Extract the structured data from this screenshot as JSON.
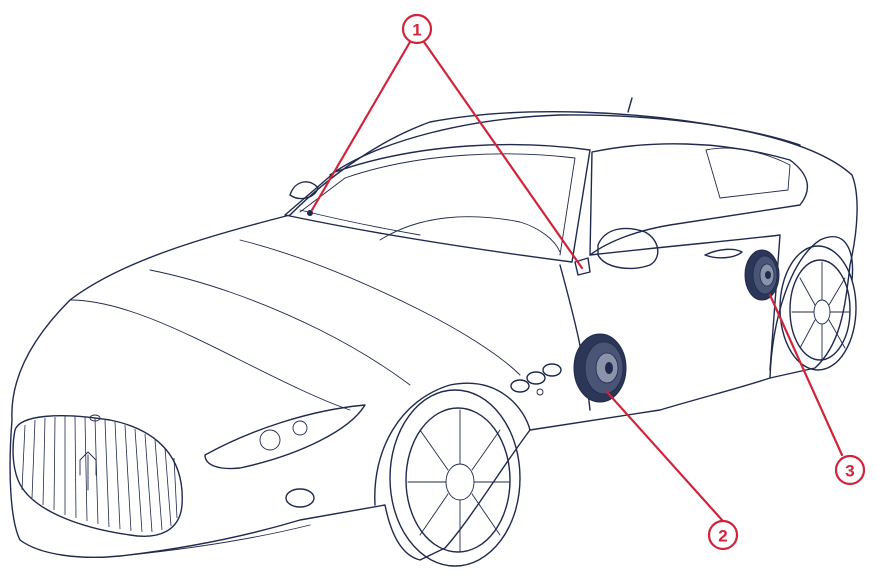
{
  "callouts": [
    {
      "id": "1",
      "label": "1"
    },
    {
      "id": "2",
      "label": "2"
    },
    {
      "id": "3",
      "label": "3"
    }
  ],
  "colors": {
    "line_art": "#1f2a4d",
    "callout": "#d0243a",
    "background": "#ffffff"
  }
}
